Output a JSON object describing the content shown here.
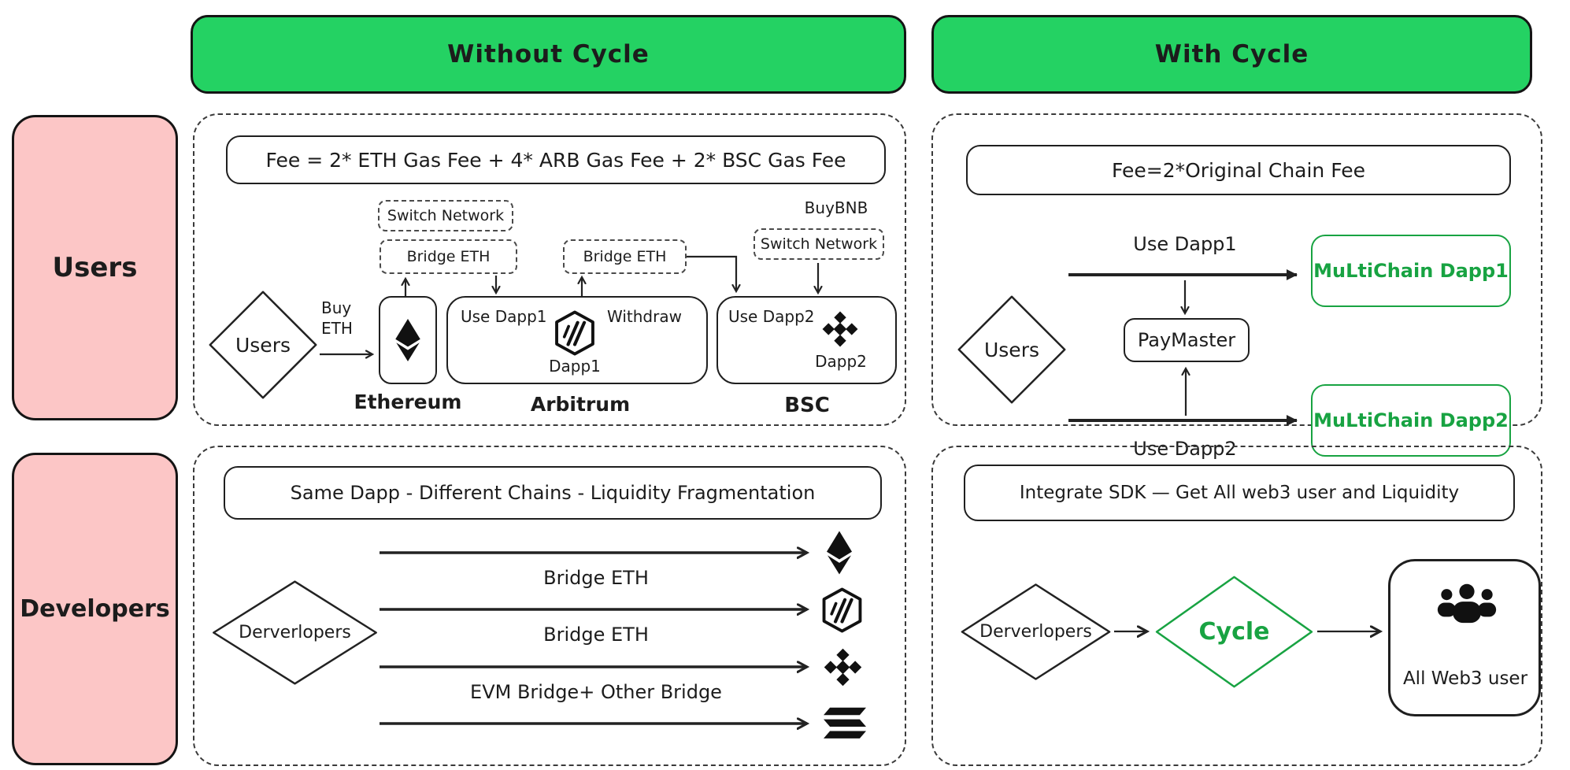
{
  "headers": {
    "without_cycle": "Without Cycle",
    "with_cycle": "With Cycle"
  },
  "rows": {
    "users": "Users",
    "developers": "Developers"
  },
  "users_without": {
    "fee_formula": "Fee = 2* ETH Gas Fee + 4* ARB Gas Fee + 2* BSC Gas Fee",
    "switch_network_eth": "Switch Network",
    "bridge_eth_1": "Bridge ETH",
    "bridge_eth_2": "Bridge ETH",
    "buy_bnb": "BuyBNB",
    "switch_network_bsc": "Switch Network",
    "users_diamond": "Users",
    "buy_eth_line1": "Buy",
    "buy_eth_line2": "ETH",
    "ethereum_label": "Ethereum",
    "use_dapp1": "Use Dapp1",
    "dapp1_label": "Dapp1",
    "withdraw": "Withdraw",
    "arbitrum_label": "Arbitrum",
    "use_dapp2": "Use Dapp2",
    "dapp2_label": "Dapp2",
    "bsc_label": "BSC"
  },
  "users_with": {
    "fee_formula": "Fee=2*Original Chain Fee",
    "users_diamond": "Users",
    "use_dapp1": "Use Dapp1",
    "paymaster": "PayMaster",
    "use_dapp2": "Use Dapp2",
    "multichain_dapp1": "MuLtiChain Dapp1",
    "multichain_dapp2": "MuLtiChain Dapp2"
  },
  "developers_without": {
    "headline": "Same Dapp - Different Chains - Liquidity Fragmentation",
    "developers_diamond": "Derverlopers",
    "bridge_eth_1": "Bridge ETH",
    "bridge_eth_2": "Bridge ETH",
    "evm_bridge": "EVM Bridge+ Other Bridge"
  },
  "developers_with": {
    "headline": "Integrate SDK — Get All web3 user and Liquidity",
    "developers_diamond": "Derverlopers",
    "cycle_diamond": "Cycle",
    "all_web3_user": "All Web3 user"
  },
  "icons": {
    "ethereum": "eth-diamond-glyph",
    "arbitrum": "arb-hexagon-glyph",
    "bnb": "bnb-cube-glyph",
    "solana": "sol-bars-glyph",
    "users_group": "people-silhouettes-glyph"
  },
  "colors": {
    "green_header": "#24d263",
    "green_accent": "#18a342",
    "pink": "#fcc6c6",
    "ink": "#1c1c1c"
  }
}
